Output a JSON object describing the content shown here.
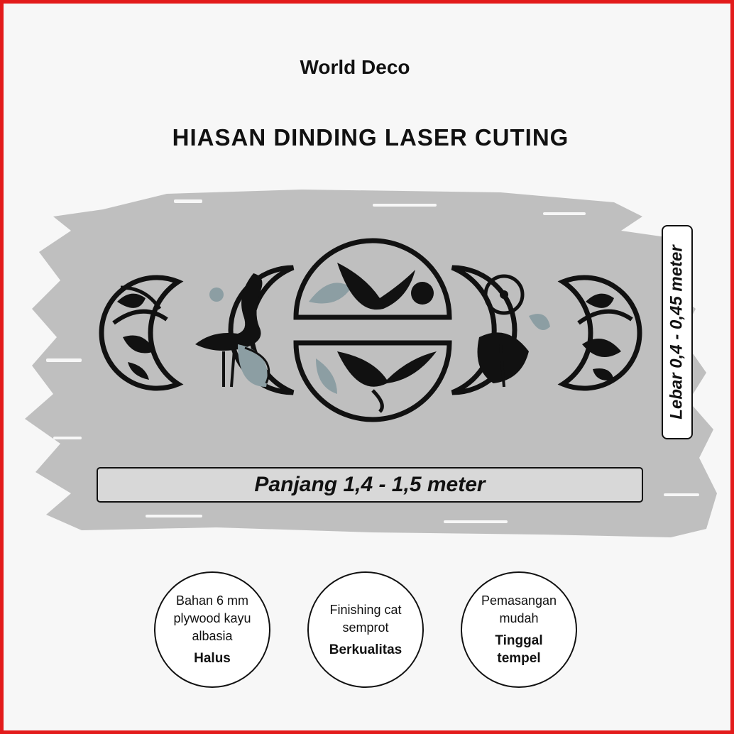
{
  "brand": "World Deco",
  "title": "HIASAN DINDING LASER CUTING",
  "dimensions": {
    "length_label": "Panjang 1,4 - 1,5 meter",
    "width_label": "Lebar 0,4 - 0,45 meter"
  },
  "features": [
    {
      "lines": [
        "Bahan 6 mm",
        "plywood kayu",
        "albasia"
      ],
      "highlight": "Halus"
    },
    {
      "lines": [
        "Finishing cat",
        "semprot"
      ],
      "highlight": "Berkualitas"
    },
    {
      "lines": [
        "Pemasangan",
        "mudah"
      ],
      "highlight_lines": [
        "Tinggal",
        "tempel"
      ]
    }
  ],
  "colors": {
    "border": "#e31b1b",
    "brush": "#bdbdbd",
    "cutout": "#111111",
    "accent_leaf": "#8c9ea3"
  }
}
